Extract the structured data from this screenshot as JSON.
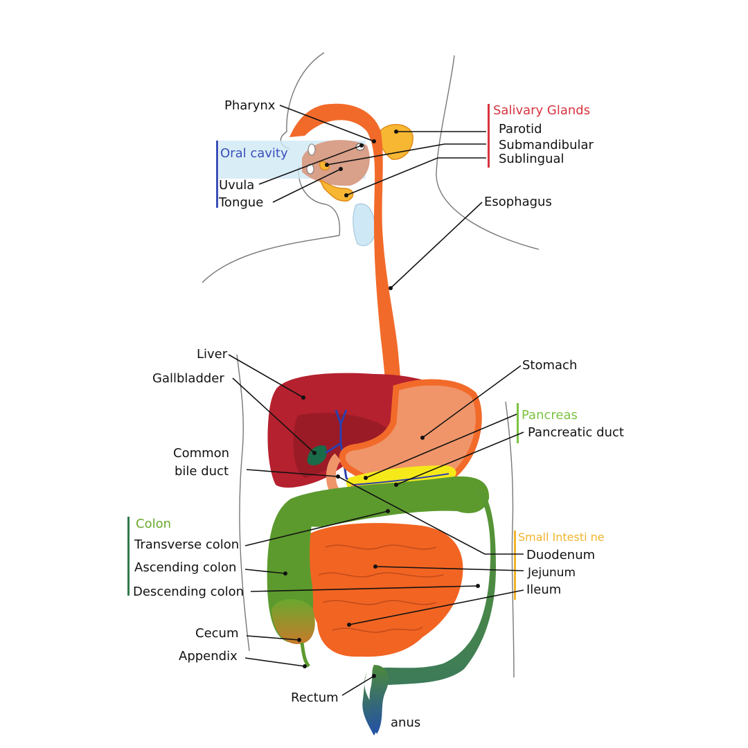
{
  "groups": {
    "salivary": "Salivary Glands",
    "oral": "Oral cavity",
    "pancreas": "Pancreas",
    "colon": "Colon",
    "small_intestine": "Small Intesti ne"
  },
  "labels": {
    "pharynx": "Pharynx",
    "parotid": "Parotid",
    "submandibular": "Submandibular",
    "sublingual": "Sublingual",
    "uvula": "Uvula",
    "tongue": "Tongue",
    "esophagus": "Esophagus",
    "liver": "Liver",
    "gallbladder": "Gallbladder",
    "stomach": "Stomach",
    "pancreatic_duct": "Pancreatic duct",
    "common_bile_duct_1": "Common",
    "common_bile_duct_2": "bile duct",
    "transverse_colon": "Transverse colon",
    "ascending_colon": "Ascending colon",
    "descending_colon": "Descending colon",
    "duodenum": "Duodenum",
    "jejunum": "Jejunum",
    "ileum": "Ileum",
    "cecum": "Cecum",
    "appendix": "Appendix",
    "rectum": "Rectum",
    "anus": "anus"
  },
  "colors": {
    "esophagus": "#f26a2a",
    "liver": "#b5212e",
    "stomach": "#f0956a",
    "colon": "#5c9a2e",
    "small_intestine": "#f26422",
    "salivary": "#f7b733",
    "pancreas": "#f5e91a",
    "gallbladder": "#1a6b4a",
    "bile_duct": "#2a3fb0"
  }
}
